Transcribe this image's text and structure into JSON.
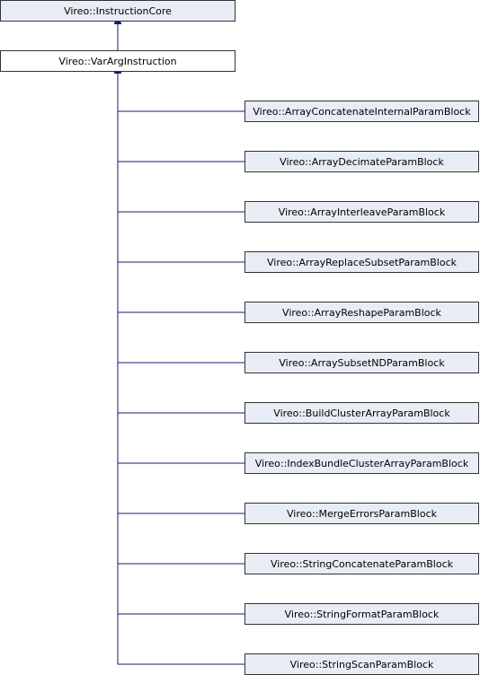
{
  "diagram": {
    "base": {
      "label": "Vireo::InstructionCore",
      "fill": "#e8edf5"
    },
    "current": {
      "label": "Vireo::VarArgInstruction",
      "fill": "#ffffff"
    },
    "children": [
      {
        "label": "Vireo::ArrayConcatenateInternalParamBlock"
      },
      {
        "label": "Vireo::ArrayDecimateParamBlock"
      },
      {
        "label": "Vireo::ArrayInterleaveParamBlock"
      },
      {
        "label": "Vireo::ArrayReplaceSubsetParamBlock"
      },
      {
        "label": "Vireo::ArrayReshapeParamBlock"
      },
      {
        "label": "Vireo::ArraySubsetNDParamBlock"
      },
      {
        "label": "Vireo::BuildClusterArrayParamBlock"
      },
      {
        "label": "Vireo::IndexBundleClusterArrayParamBlock"
      },
      {
        "label": "Vireo::MergeErrorsParamBlock"
      },
      {
        "label": "Vireo::StringConcatenateParamBlock"
      },
      {
        "label": "Vireo::StringFormatParamBlock"
      },
      {
        "label": "Vireo::StringScanParamBlock"
      }
    ],
    "colors": {
      "edge": "#191970",
      "child_fill": "#e8edf5",
      "border": "#333333"
    }
  }
}
